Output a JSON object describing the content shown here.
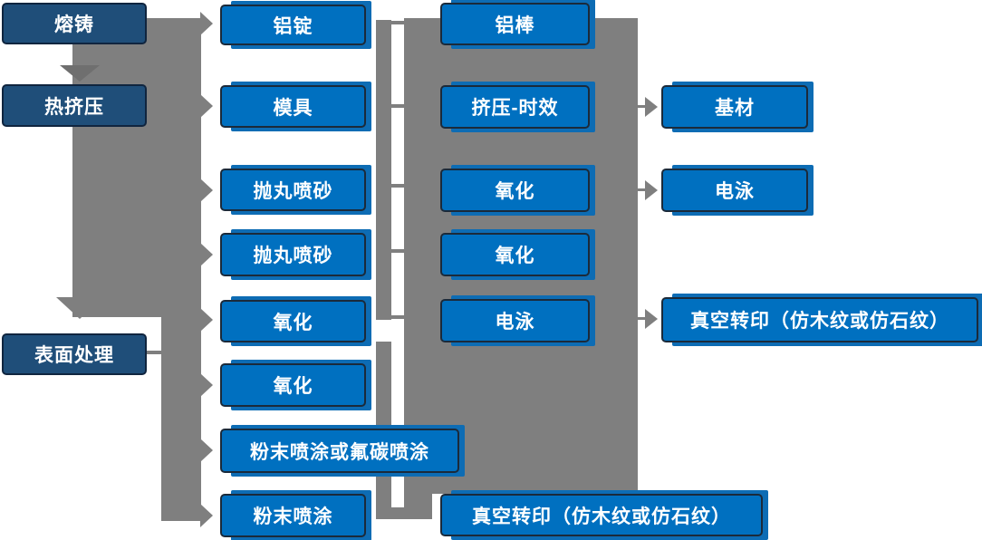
{
  "colors": {
    "box_blue": "#0070C0",
    "box_dark_blue": "#1F4E79",
    "connector_gray": "#7F7F7F",
    "text_white": "#FFFFFF",
    "background": "#FFFFFF"
  },
  "col1": {
    "items": [
      {
        "label": "熔铸"
      },
      {
        "label": "热挤压"
      },
      {
        "label": "表面处理"
      }
    ]
  },
  "col2": {
    "items": [
      {
        "label": "铝锭"
      },
      {
        "label": "模具"
      },
      {
        "label": "抛丸喷砂"
      },
      {
        "label": "抛丸喷砂"
      },
      {
        "label": "氧化"
      },
      {
        "label": "氧化"
      },
      {
        "label": "粉末喷涂或氟碳喷涂"
      },
      {
        "label": "粉末喷涂"
      }
    ]
  },
  "col3": {
    "items": [
      {
        "label": "铝棒"
      },
      {
        "label": "挤压-时效"
      },
      {
        "label": "氧化"
      },
      {
        "label": "氧化"
      },
      {
        "label": "电泳"
      },
      {
        "label": "真空转印（仿木纹或仿石纹）"
      }
    ]
  },
  "col4": {
    "items": [
      {
        "label": "基材"
      },
      {
        "label": "电泳"
      },
      {
        "label": "真空转印（仿木纹或仿石纹）"
      }
    ]
  },
  "edges": [
    "熔铸 → 热挤压",
    "熔铸 → 铝锭",
    "热挤压 → 模具",
    "热挤压 → 抛丸喷砂",
    "热挤压 → 抛丸喷砂",
    "热挤压 → 氧化",
    "热挤压 → 表面处理",
    "表面处理 → 氧化",
    "表面处理 → 粉末喷涂或氟碳喷涂",
    "表面处理 → 粉末喷涂",
    "铝锭/模具/抛丸喷砂/氧化 → 工艺流程(铝棒/挤压-时效/氧化/电泳)",
    "粉末喷涂 → 真空转印（仿木纹或仿石纹）",
    "挤压-时效 → 基材",
    "氧化 → 电泳",
    "电泳 → 真空转印（仿木纹或仿石纹）"
  ]
}
